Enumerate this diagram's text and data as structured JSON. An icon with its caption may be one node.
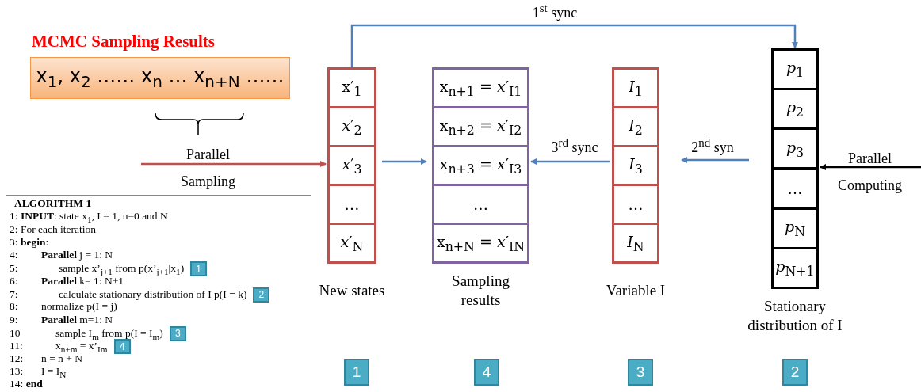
{
  "diagram": {
    "nodes": [
      {
        "text": [
          "MCMC Sampling Results",
          "x$_{1}$, x$_{2}$ …… x$_{n}$ … x$_{n+N}$ ……"
        ]
      },
      {
        "text": [
          "New states"
        ]
      },
      {
        "text": [
          "x′$_{1}$"
        ],
        "in": 1
      },
      {
        "text": [
          "*x*′$_{2}$"
        ],
        "in": 1
      },
      {
        "text": [
          "*x*′$_{3}$"
        ],
        "in": 1
      },
      {
        "text": [
          "…"
        ],
        "in": 1
      },
      {
        "text": [
          "*x*′$_{N}$"
        ],
        "in": 1
      },
      {
        "text": [
          "Sampling results"
        ]
      },
      {
        "text": [
          "x$_{n+1}$ = *x*′$_{I1}$"
        ],
        "in": 7
      },
      {
        "text": [
          "x$_{n+2}$ = *x*′$_{I2}$"
        ],
        "in": 7
      },
      {
        "text": [
          "x$_{n+3}$ = *x*′$_{I3}$"
        ],
        "in": 7
      },
      {
        "text": [
          "…"
        ],
        "in": 7
      },
      {
        "text": [
          "x$_{n+N}$ = *x*′$_{IN}$"
        ],
        "in": 7
      },
      {
        "text": [
          "Variable I"
        ]
      },
      {
        "text": [
          "*I*$_{1}$"
        ],
        "in": 13
      },
      {
        "text": [
          "*I*$_{2}$"
        ],
        "in": 13
      },
      {
        "text": [
          "*I*$_{3}$"
        ],
        "in": 13
      },
      {
        "text": [
          "…"
        ],
        "in": 13
      },
      {
        "text": [
          "*I*$_{N}$"
        ],
        "in": 13
      },
      {
        "text": [
          "Stationary distribution of I"
        ]
      },
      {
        "text": [
          "*p*$_{1}$"
        ],
        "in": 19
      },
      {
        "text": [
          "*p*$_{2}$"
        ],
        "in": 19
      },
      {
        "text": [
          "*p*$_{3}$"
        ],
        "in": 19
      },
      {
        "text": [
          "…"
        ],
        "in": 19
      },
      {
        "text": [
          "*p*$_{N}$"
        ],
        "in": 19
      },
      {
        "text": [
          "*p*$_{N+1}$"
        ],
        "in": 19
      },
      {
        "text": [
          "ALGORITHM 1",
          "1: **INPUT**: state x$_{1}$, I = 1, n=0 and N",
          "2: For each iteration",
          "3: **begin**:",
          "4: **Parallel** j = 1: N",
          "5: sample x’$_{j+1}$ from p(x’$_{j+1}$|x$_{1}$)",
          "6: **Parallel** k= 1: N+1",
          "7: calculate stationary distribution of I p(I = k)",
          "8: normalize p(I = j)",
          "9: **Parallel** m=1: N",
          "10 sample I$_{m}$ from p(I = I$_{m}$)",
          "11: x$_{n+m}$ = x’$_{Im}$",
          "12: n = n + N",
          "13: I = I$_{N}$",
          "14: **end**"
        ]
      },
      {
        "text": [
          "1"
        ],
        "in": 26
      },
      {
        "text": [
          "2"
        ],
        "in": 26
      },
      {
        "text": [
          "3"
        ],
        "in": 26
      },
      {
        "text": [
          "4"
        ],
        "in": 26
      },
      {
        "text": [
          "1"
        ]
      },
      {
        "text": [
          "4"
        ]
      },
      {
        "text": [
          "3"
        ]
      },
      {
        "text": [
          "2"
        ]
      }
    ],
    "edges": [
      {
        "from": 2,
        "to": 20,
        "arrow": "to",
        "label": "1$^{st}$ sync"
      },
      {
        "from": null,
        "to": 4,
        "arrow": "to",
        "label": "Parallel Sampling",
        "color": "#c0504d"
      },
      {
        "from": 1,
        "to": 7,
        "arrow": "to"
      },
      {
        "from": 13,
        "to": 7,
        "arrow": "to",
        "label": "3$^{rd}$ sync"
      },
      {
        "from": 19,
        "to": 13,
        "arrow": "to",
        "label": "2$^{nd}$ syn"
      },
      {
        "from": null,
        "to": 19,
        "arrow": "to",
        "label": "Parallel Computing",
        "color": "#000000"
      }
    ]
  }
}
